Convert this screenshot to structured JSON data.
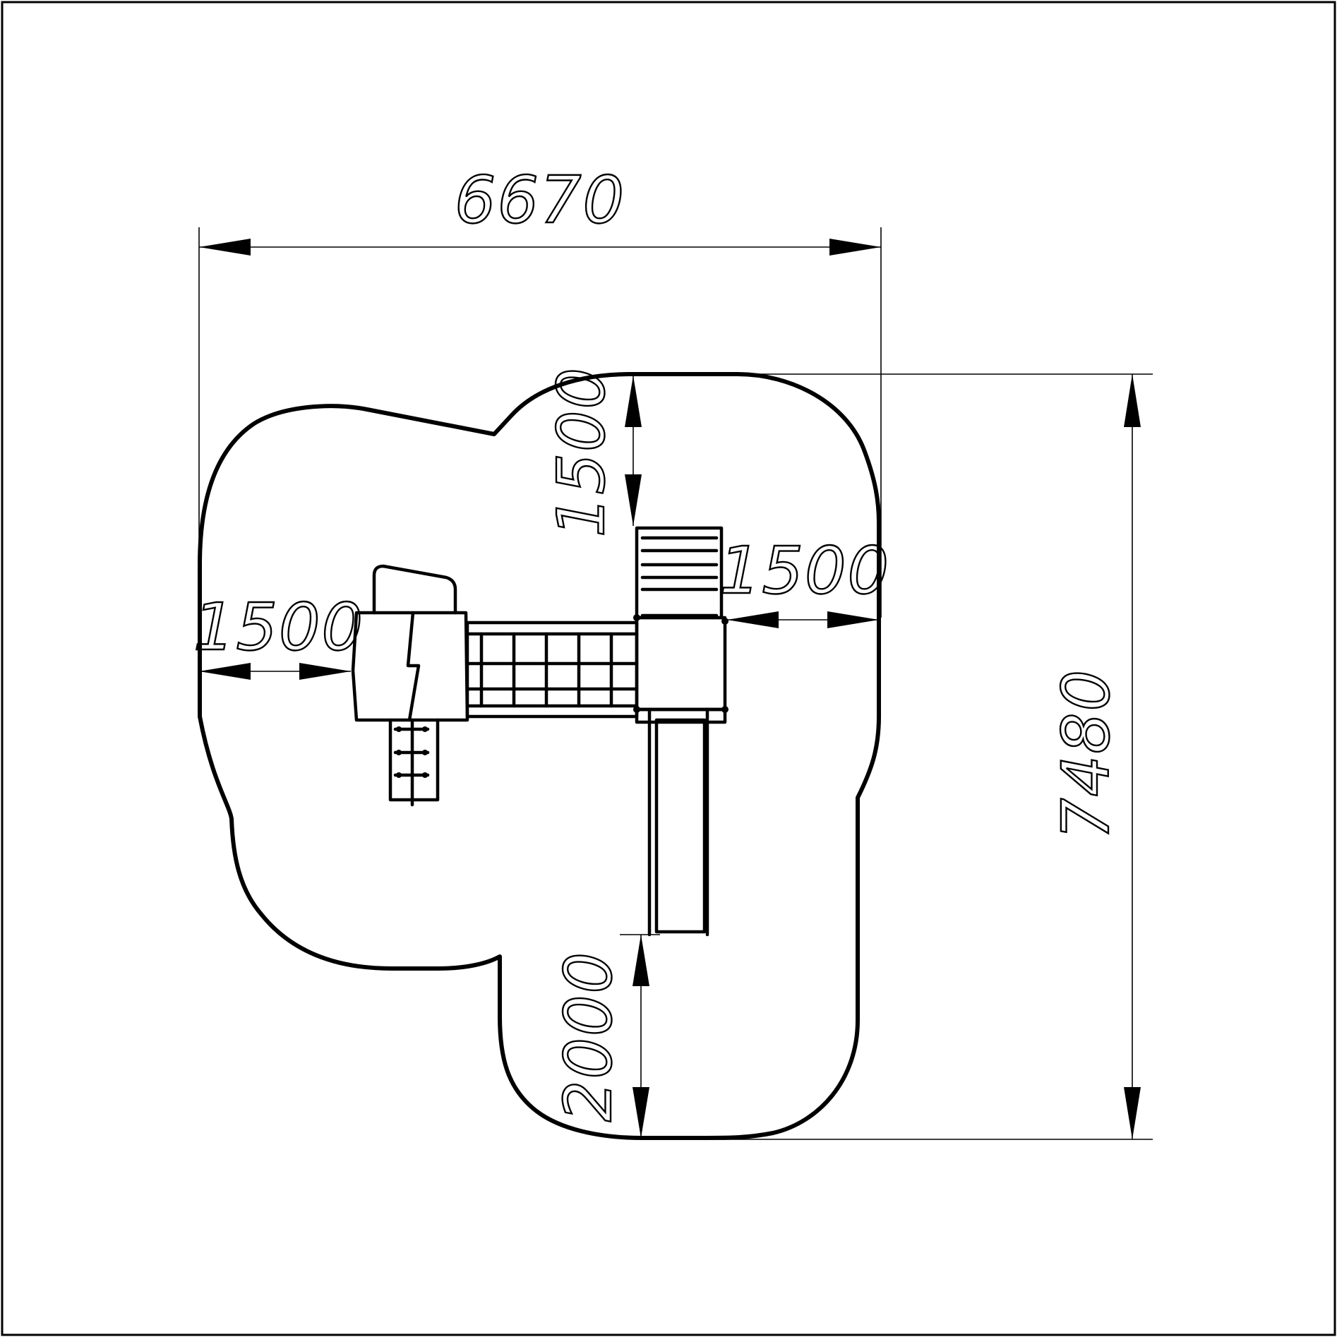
{
  "drawing": {
    "dimensions": {
      "overall_width": "6670",
      "overall_height": "7480",
      "left_clearance": "1500",
      "top_clearance": "1500",
      "right_clearance": "1500",
      "slide_exit_clearance": "2000"
    },
    "colors": {
      "line": "#000000",
      "background": "#ffffff"
    }
  }
}
